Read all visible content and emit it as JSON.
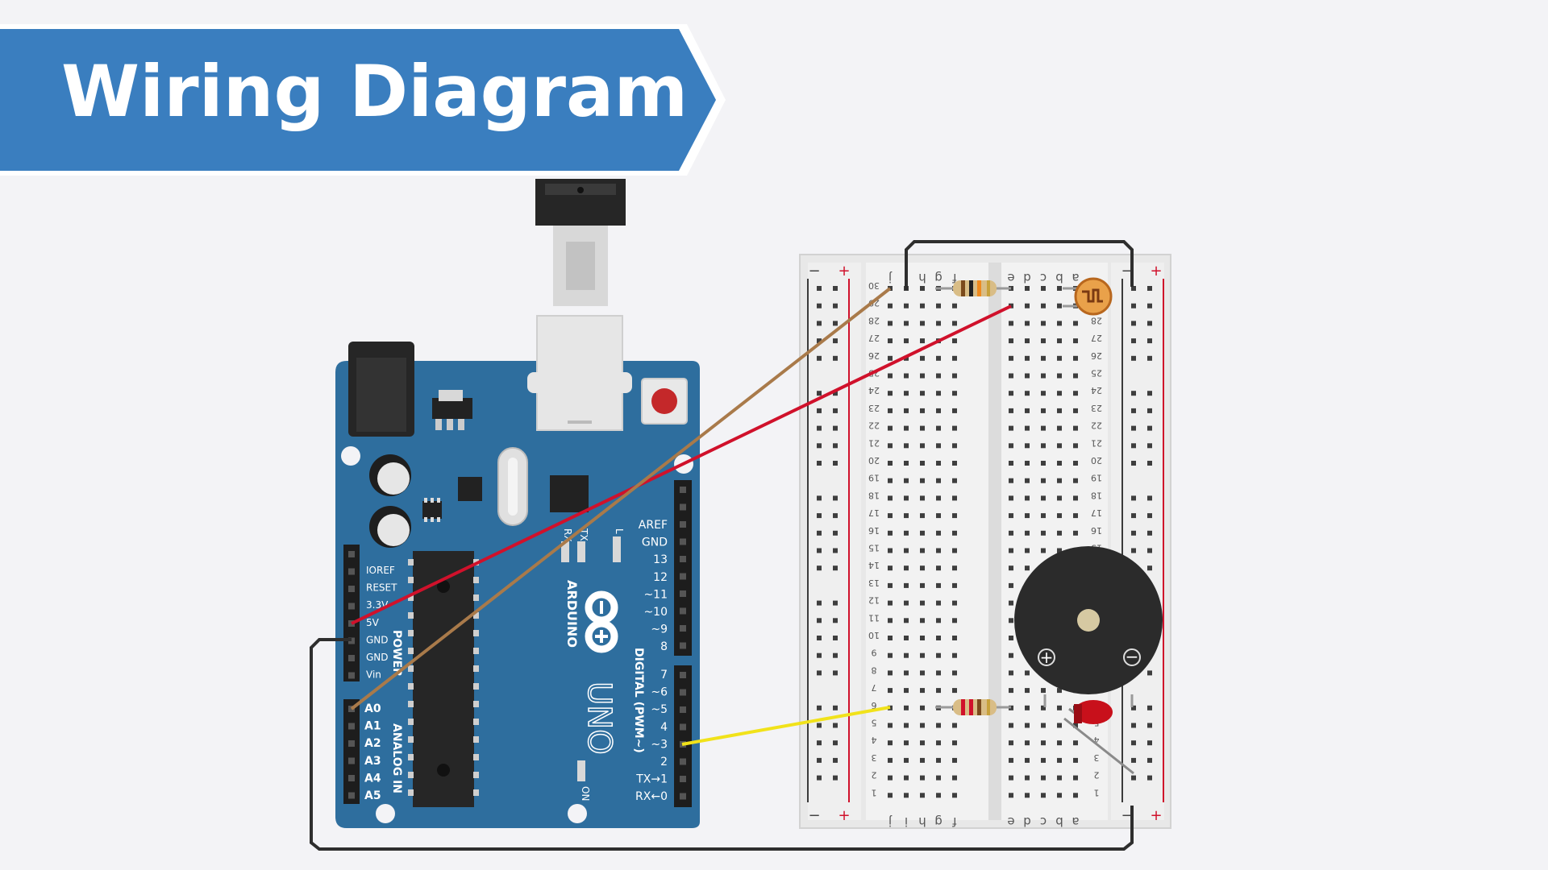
{
  "header": {
    "title": "Wiring Diagram"
  },
  "colors": {
    "banner": "#3a7ebf",
    "board": "#2e6e9e",
    "wire_red": "#d0112b",
    "wire_brown": "#a97a4a",
    "wire_yellow": "#f1e21a",
    "wire_black": "#2e2e2e"
  },
  "arduino": {
    "brand": "ARDUINO",
    "model": "UNO",
    "on_label": "ON",
    "tx_label": "TX",
    "rx_label": "RX",
    "l_label": "L",
    "power_label": "POWER",
    "analog_label": "ANALOG IN",
    "digital_label": "DIGITAL (PWM~)",
    "power_pins": [
      "IOREF",
      "RESET",
      "3.3V",
      "5V",
      "GND",
      "GND",
      "Vin"
    ],
    "analog_pins": [
      "A0",
      "A1",
      "A2",
      "A3",
      "A4",
      "A5"
    ],
    "digital_pins_top": [
      "AREF",
      "GND",
      "13",
      "12",
      "~11",
      "~10",
      "~9",
      "8"
    ],
    "digital_pins_bottom": [
      "7",
      "~6",
      "~5",
      "4",
      "~3",
      "2",
      "TX→1",
      "RX←0"
    ]
  },
  "breadboard": {
    "rail_minus": "−",
    "rail_plus": "+",
    "cols_left": [
      "j",
      "i",
      "h",
      "g",
      "f"
    ],
    "cols_right": [
      "e",
      "d",
      "c",
      "b",
      "a"
    ],
    "rows": [
      "30",
      "29",
      "28",
      "27",
      "26",
      "25",
      "24",
      "23",
      "22",
      "21",
      "20",
      "19",
      "18",
      "17",
      "16",
      "15",
      "14",
      "13",
      "12",
      "11",
      "10",
      "9",
      "8",
      "7",
      "6",
      "5",
      "4",
      "3",
      "2",
      "1"
    ]
  },
  "buzzer": {
    "plus": "+",
    "minus": "−"
  }
}
